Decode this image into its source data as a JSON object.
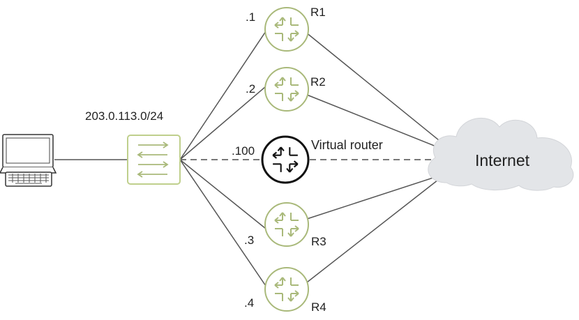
{
  "subnet": "203.0.113.0/24",
  "virtual_router": {
    "label": "Virtual router",
    "address": ".100"
  },
  "routers": [
    {
      "name": "R1",
      "address": ".1"
    },
    {
      "name": "R2",
      "address": ".2"
    },
    {
      "name": "R3",
      "address": ".3"
    },
    {
      "name": "R4",
      "address": ".4"
    }
  ],
  "cloud": {
    "label": "Internet"
  },
  "colors": {
    "router_stroke": "#a9b97a",
    "switch_stroke": "#bfcf8c",
    "line": "#555555",
    "virtual_router": "#111111",
    "cloud_fill": "#e3e5e8"
  }
}
